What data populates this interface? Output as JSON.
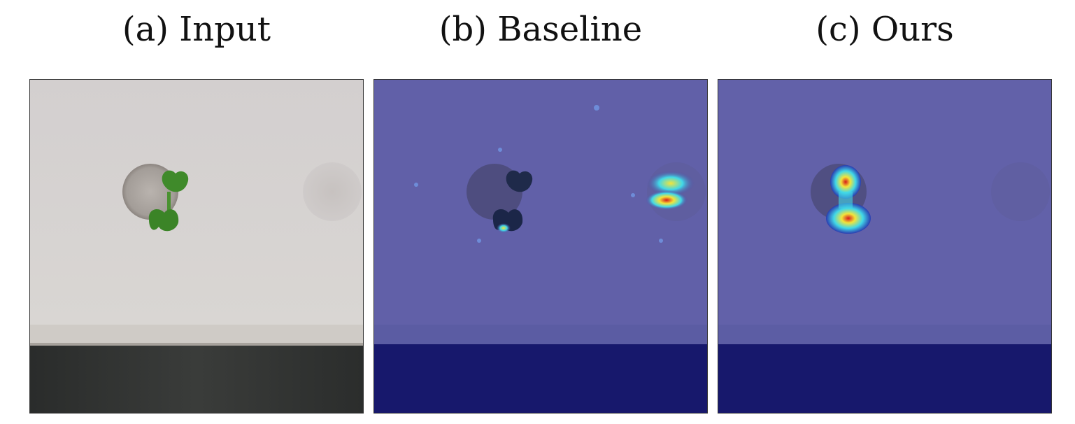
{
  "panels": [
    {
      "caption": "(a) Input"
    },
    {
      "caption": "(b) Baseline"
    },
    {
      "caption": "(c) Ours"
    }
  ],
  "colors": {
    "wall": "#d6d2d3",
    "floor": "#2e302f",
    "leaf": "#3f8a2a",
    "overlay_blue": "#4a4aa8",
    "overlay_floor": "#15166a",
    "heat_red": "#d61a1a",
    "heat_yellow": "#f3e43a",
    "heat_cyan": "#41d8e8"
  }
}
